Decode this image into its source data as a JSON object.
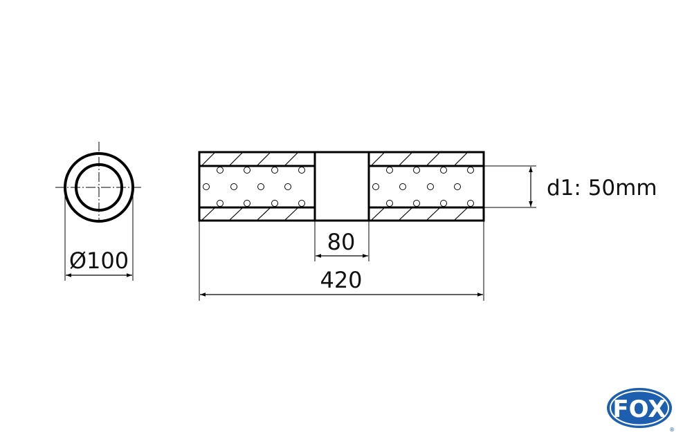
{
  "diagram": {
    "diameter_label": "Ø100",
    "gap_label": "80",
    "length_label": "420",
    "inner_diameter_label": "d1: 50mm"
  },
  "logo": {
    "text": "FOX",
    "registered": "®",
    "color": "#1d5fae"
  }
}
